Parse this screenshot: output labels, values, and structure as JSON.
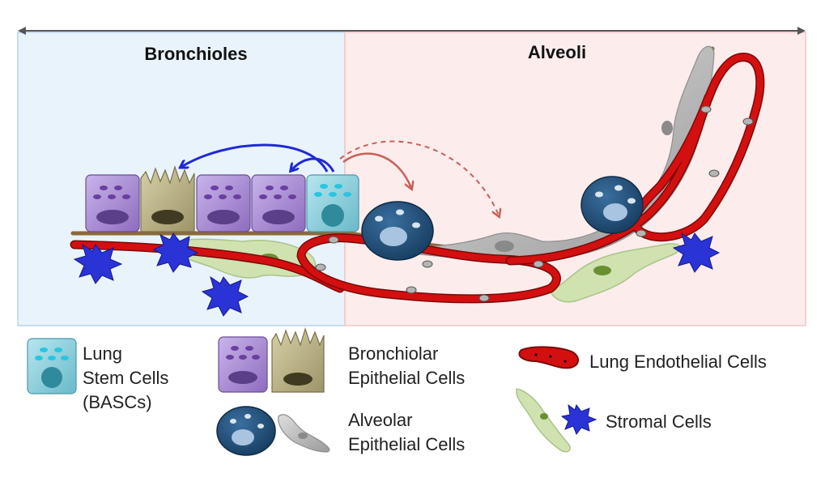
{
  "regions": {
    "left_title": "Bronchioles",
    "right_title": "Alveoli",
    "left_color": "#e9f3fc",
    "right_color": "#fcecec"
  },
  "legend": {
    "stem_line1": "Lung",
    "stem_line2": "Stem Cells",
    "stem_line3": "(BASCs)",
    "bronch_line1": "Bronchiolar",
    "bronch_line2": "Epithelial Cells",
    "alv_line1": "Alveolar",
    "alv_line2": "Epithelial Cells",
    "endo": "Lung Endothelial Cells",
    "stromal": "Stromal Cells"
  },
  "colors": {
    "stem_cell": "#8fd0dc",
    "bronchiolar_purple": "#a98bd0",
    "bronchiolar_tan": "#bdb48a",
    "alveolar_dark": "#1f4e78",
    "alveolar_grey": "#b5b5b5",
    "endothelial_red": "#d40f0f",
    "stromal_green": "#cfe2b0",
    "stromal_blue": "#2a33d6",
    "basement_brown": "#8a6a3a",
    "arrow_blue": "#1f2ad6",
    "arrow_red": "#c9605a"
  },
  "icons": {
    "stem_cell": "cuboidal-cyan-cell",
    "bronchiolar_cell": "purple-club-cell",
    "ciliated_cell": "tan-ciliated-cell",
    "alveolar_type2": "round-dark-blue-cell",
    "alveolar_type1": "flat-grey-cell",
    "capillary": "red-capillary-tube",
    "fibroblast": "green-stromal-cell",
    "star_cell": "blue-star-cell"
  }
}
